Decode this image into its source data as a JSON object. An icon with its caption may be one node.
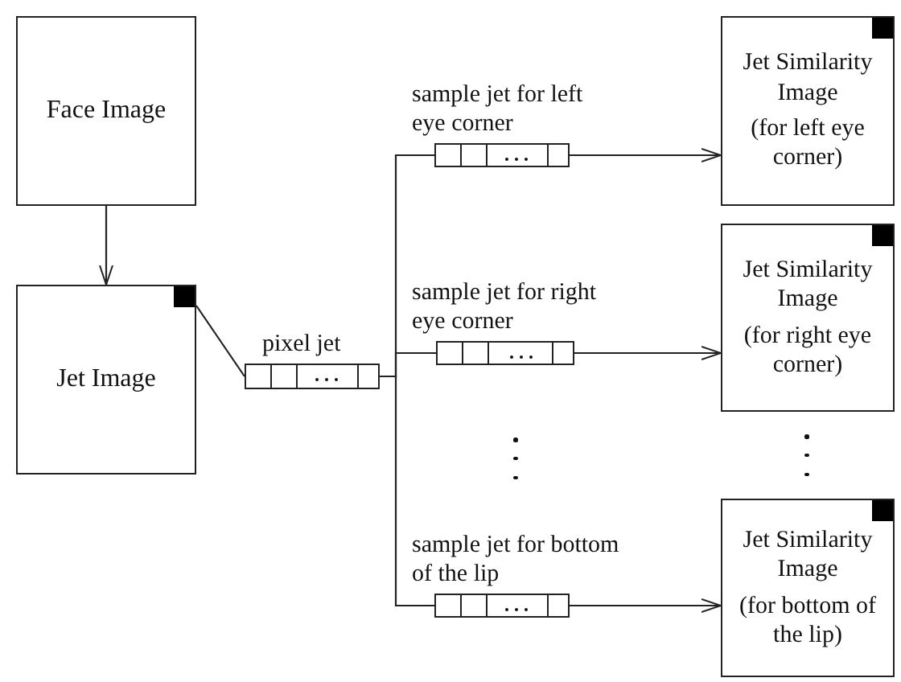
{
  "diagram": {
    "nodes": [
      {
        "text": [
          "Face Image"
        ]
      },
      {
        "text": [
          "Jet Image"
        ]
      },
      {
        "text": [
          "pixel jet"
        ]
      },
      {
        "text": [
          "sample jet for left eye corner"
        ]
      },
      {
        "text": [
          "sample jet for right eye corner"
        ]
      },
      {
        "text": [
          "sample jet for bottom of the lip"
        ]
      },
      {
        "text": [
          "Jet Similarity Image",
          "(for left eye corner)"
        ]
      },
      {
        "text": [
          "Jet Similarity Image",
          "(for right eye corner)"
        ]
      },
      {
        "text": [
          "Jet Similarity Image",
          "(for bottom of the lip)"
        ]
      }
    ],
    "edges": [
      {
        "from": 0,
        "to": 1,
        "arrow": "to"
      },
      {
        "from": 1,
        "to": 2,
        "arrow": "none"
      },
      {
        "from": 2,
        "to": 3,
        "arrow": "none"
      },
      {
        "from": 2,
        "to": 4,
        "arrow": "none"
      },
      {
        "from": 2,
        "to": 5,
        "arrow": "none"
      },
      {
        "from": 3,
        "to": 6,
        "arrow": "to"
      },
      {
        "from": 4,
        "to": 7,
        "arrow": "to"
      },
      {
        "from": 5,
        "to": 8,
        "arrow": "to"
      }
    ]
  }
}
